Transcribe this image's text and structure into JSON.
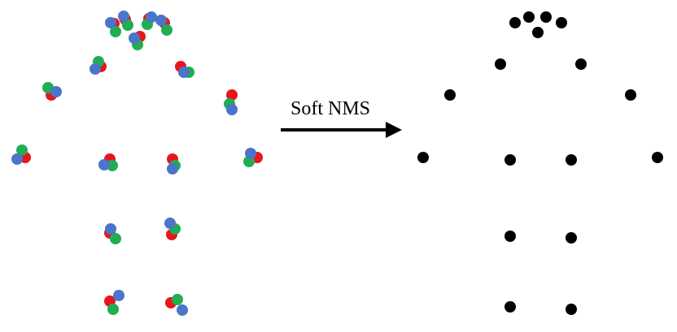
{
  "arrow": {
    "label": "Soft NMS"
  },
  "colors": {
    "background": "#ffffff",
    "red": "#e8161b",
    "green": "#1fae52",
    "blue": "#4a75c8",
    "black": "#000000"
  },
  "before_panel": {
    "clusters": [
      {
        "joint": "head-1",
        "dots": [
          "red",
          "green",
          "blue"
        ]
      },
      {
        "joint": "head-2",
        "dots": [
          "red",
          "green",
          "blue"
        ]
      },
      {
        "joint": "head-3",
        "dots": [
          "red",
          "green",
          "blue"
        ]
      },
      {
        "joint": "head-4",
        "dots": [
          "red",
          "green",
          "blue"
        ]
      },
      {
        "joint": "head-5",
        "dots": [
          "red",
          "green",
          "blue"
        ]
      },
      {
        "joint": "left-shoulder",
        "dots": [
          "red",
          "green",
          "blue"
        ]
      },
      {
        "joint": "right-shoulder",
        "dots": [
          "red",
          "green",
          "blue"
        ]
      },
      {
        "joint": "left-elbow",
        "dots": [
          "red",
          "green",
          "blue"
        ]
      },
      {
        "joint": "right-elbow",
        "dots": [
          "red",
          "green",
          "blue"
        ]
      },
      {
        "joint": "left-wrist",
        "dots": [
          "red",
          "green",
          "blue"
        ]
      },
      {
        "joint": "left-hip",
        "dots": [
          "red",
          "green",
          "blue"
        ]
      },
      {
        "joint": "right-hip",
        "dots": [
          "red",
          "green",
          "blue"
        ]
      },
      {
        "joint": "right-wrist",
        "dots": [
          "red",
          "green",
          "blue"
        ]
      },
      {
        "joint": "left-knee",
        "dots": [
          "red",
          "green",
          "blue"
        ]
      },
      {
        "joint": "right-knee",
        "dots": [
          "red",
          "green",
          "blue"
        ]
      },
      {
        "joint": "left-ankle",
        "dots": [
          "red",
          "green",
          "blue"
        ]
      },
      {
        "joint": "right-ankle",
        "dots": [
          "red",
          "green",
          "blue"
        ]
      }
    ]
  },
  "after_panel": {
    "joint_count": 17,
    "dot_color": "black"
  }
}
